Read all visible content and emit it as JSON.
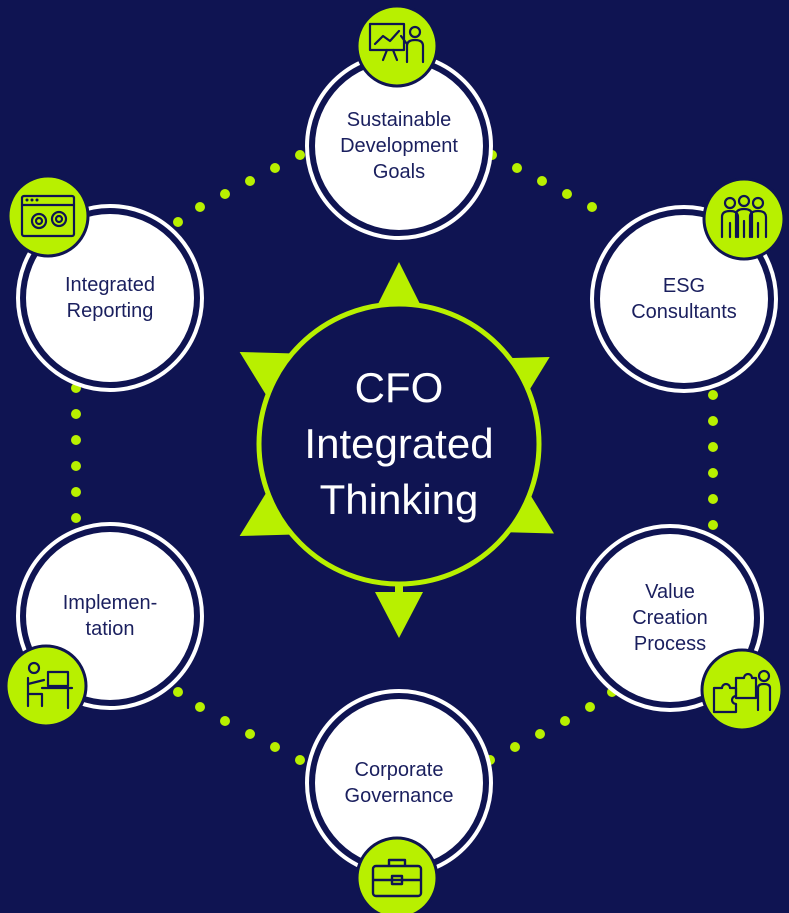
{
  "center": {
    "line1": "CFO",
    "line2": "Integrated",
    "line3": "Thinking"
  },
  "nodes": [
    {
      "key": "sdg",
      "lines": [
        "Sustainable",
        "Development",
        "Goals"
      ],
      "icon": "presentation-chart-icon"
    },
    {
      "key": "esg",
      "lines": [
        "ESG",
        "Consultants"
      ],
      "icon": "team-people-icon"
    },
    {
      "key": "vcp",
      "lines": [
        "Value",
        "Creation",
        "Process"
      ],
      "icon": "puzzle-person-icon"
    },
    {
      "key": "cg",
      "lines": [
        "Corporate",
        "Governance"
      ],
      "icon": "briefcase-icon"
    },
    {
      "key": "impl",
      "lines": [
        "Implemen-",
        "tation"
      ],
      "icon": "person-at-desk-icon"
    },
    {
      "key": "ir",
      "lines": [
        "Integrated",
        "Reporting"
      ],
      "icon": "browser-gears-icon"
    }
  ],
  "colors": {
    "background": "#0f1452",
    "accent": "#b8f000",
    "node_fill": "#ffffff",
    "node_text": "#1a1f5e"
  }
}
